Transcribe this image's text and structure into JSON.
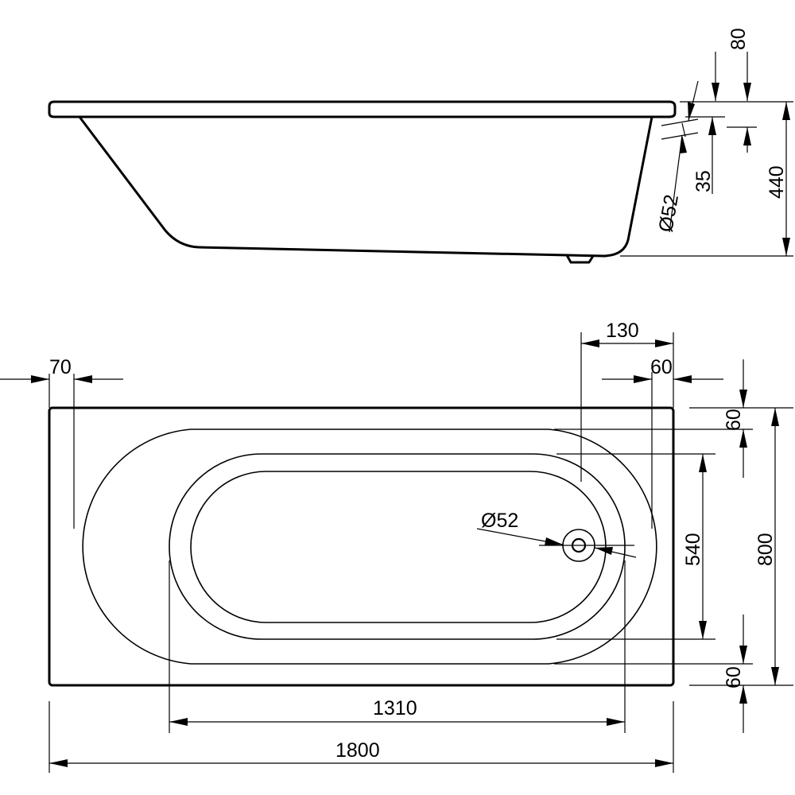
{
  "side_view": {
    "d_top": "80",
    "d_rim": "35",
    "d_height": "440",
    "d_drain": "Ø52"
  },
  "plan_view": {
    "d_left_offset": "70",
    "d_drain_x": "130",
    "d_right_offset": "60",
    "d_top_offset": "60",
    "d_inner_width": "540",
    "d_total_width": "800",
    "d_bottom_offset": "60",
    "d_drain": "Ø52",
    "d_inner_length": "1310",
    "d_total_length": "1800"
  }
}
